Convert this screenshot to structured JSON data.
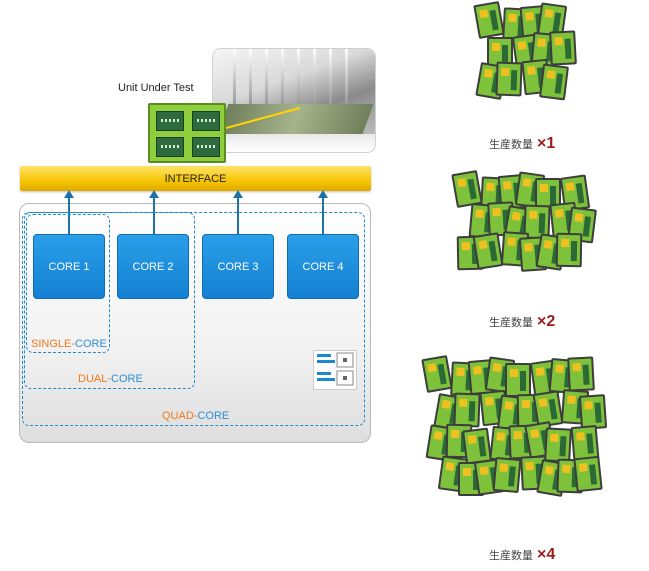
{
  "uut": {
    "label": "Unit Under Test"
  },
  "interface": {
    "label": "INTERFACE"
  },
  "cores": [
    "CORE 1",
    "CORE 2",
    "CORE 3",
    "CORE 4"
  ],
  "groups": {
    "single": {
      "prefix": "SINGLE-",
      "suffix": "CORE"
    },
    "dual": {
      "prefix": "DUAL-",
      "suffix": "CORE"
    },
    "quad": {
      "prefix": "QUAD-",
      "suffix": "CORE"
    }
  },
  "production": [
    {
      "label": "生産数量",
      "multiplier": "×1"
    },
    {
      "label": "生産数量",
      "multiplier": "×2"
    },
    {
      "label": "生産数量",
      "multiplier": "×4"
    }
  ],
  "colors": {
    "core_blue": "#1a8fe0",
    "dash_blue": "#1c8ad0",
    "orange": "#ee7a1e",
    "interface_yellow": "#f6c400",
    "multiplier_red": "#9b1c1c"
  }
}
